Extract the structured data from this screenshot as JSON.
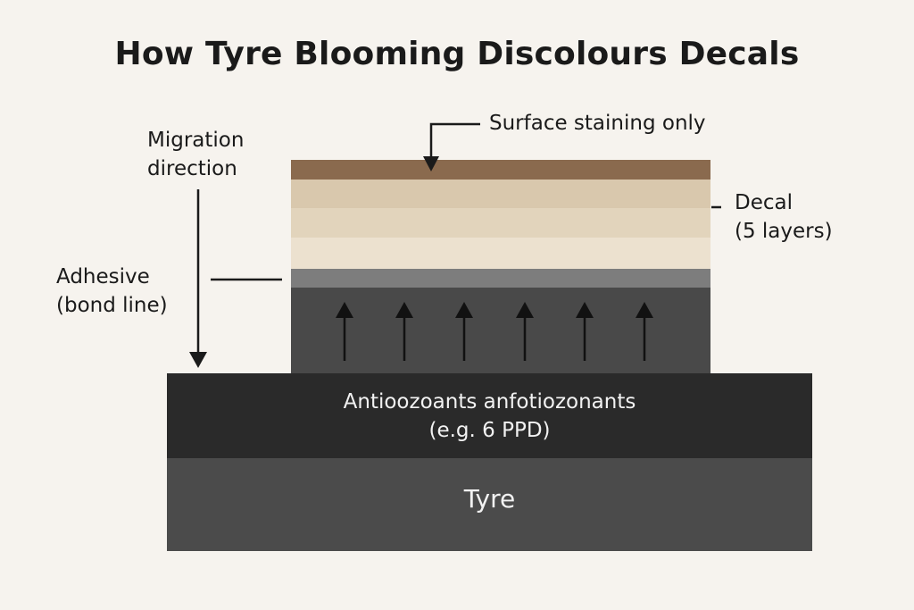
{
  "title": "How Tyre Blooming Discolours Decals",
  "labels": {
    "surface_staining": "Surface staining only",
    "migration_line1": "Migration",
    "migration_line2": "direction",
    "decal_line1": "Decal",
    "decal_line2": "(5 layers)",
    "adhesive_line1": "Adhesive",
    "adhesive_line2": "(bond line)",
    "antiozonants_line1": "Antioozoants anfotiozonants",
    "antiozonants_line2": "(e.g. 6 PPD)",
    "tyre": "Tyre"
  },
  "colors": {
    "background": "#f6f3ee",
    "stain": "#8a6a4e",
    "decal_layer_1": "#d9c8ad",
    "decal_layer_2": "#e2d4bc",
    "decal_layer_3": "#ece1cf",
    "adhesive": "#7d7d7d",
    "migration_zone": "#494949",
    "antiozonant_band": "#2a2a2a",
    "tyre": "#4b4b4b"
  },
  "icons": [
    "down-arrow-icon",
    "up-arrow-icon"
  ]
}
